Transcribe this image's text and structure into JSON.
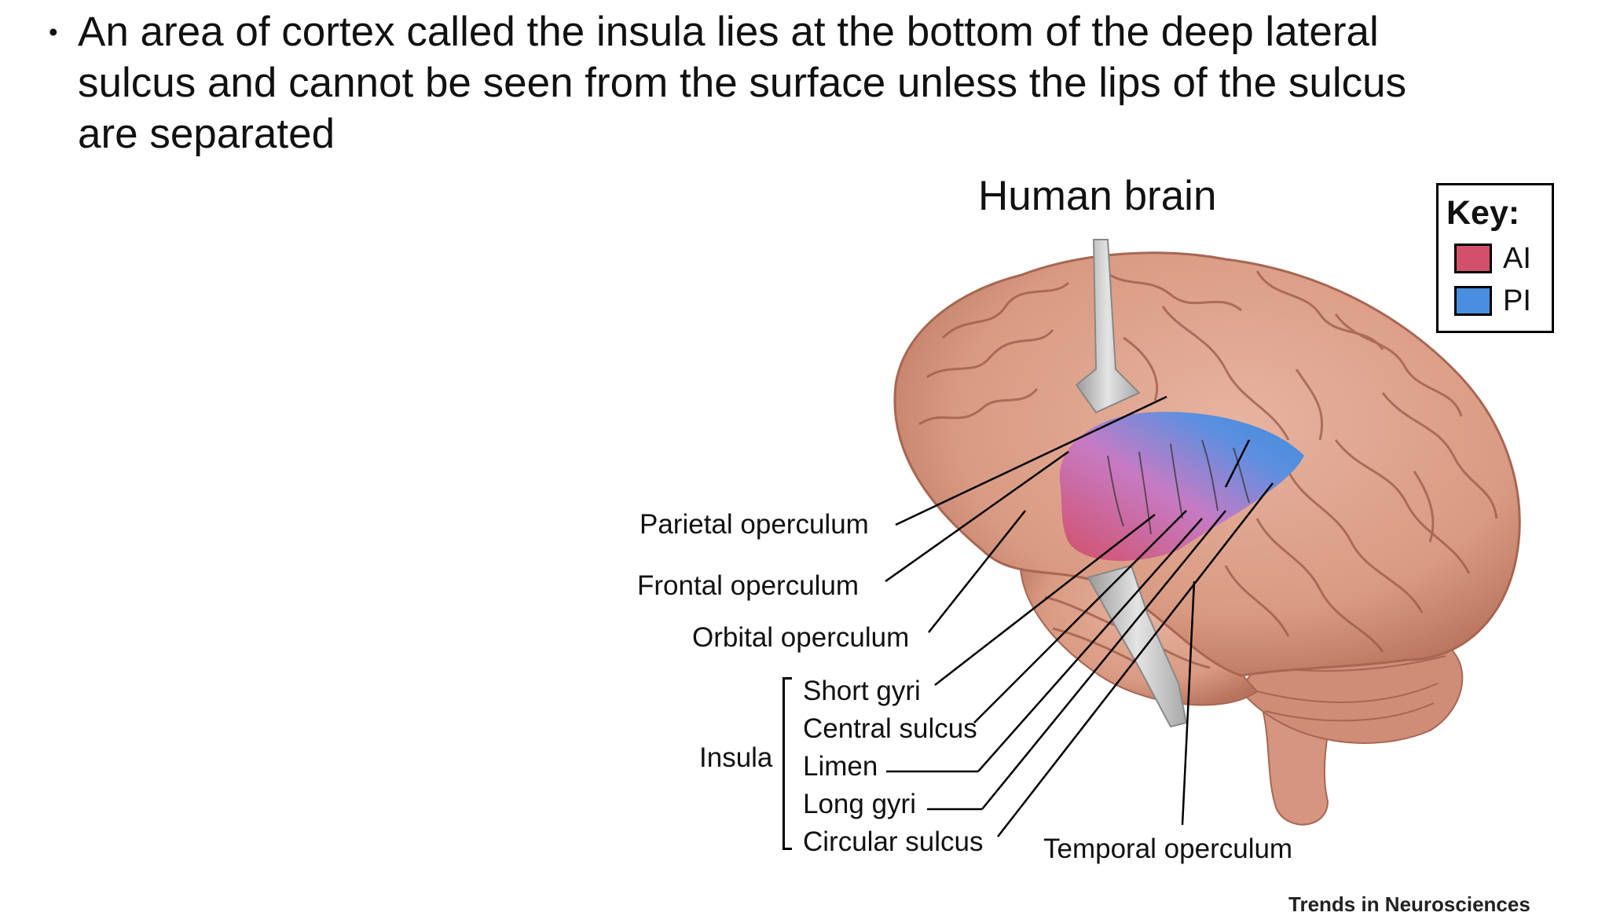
{
  "slide": {
    "bullet_symbol": "•",
    "text": "An area of cortex called the insula lies at the bottom of the deep lateral sulcus and cannot be seen from the surface unless the lips of the sulcus are separated"
  },
  "figure": {
    "title": "Human brain",
    "labels": {
      "parietal_operculum": "Parietal operculum",
      "frontal_operculum": "Frontal operculum",
      "orbital_operculum": "Orbital operculum",
      "insula": "Insula",
      "short_gyri": "Short gyri",
      "central_sulcus": "Central sulcus",
      "limen": "Limen",
      "long_gyri": "Long gyri",
      "circular_sulcus": "Circular sulcus",
      "temporal_operculum": "Temporal operculum"
    },
    "key": {
      "title": "Key:",
      "items": [
        {
          "label": "AI",
          "color": "#d2506a"
        },
        {
          "label": "PI",
          "color": "#4a8fdf"
        }
      ]
    },
    "colors": {
      "brain": "#dba08a",
      "brain_shadow": "#b8735d",
      "gyrus_line": "#9a5a47",
      "insula_ai": "#d2506a",
      "insula_pi": "#4a8fdf",
      "retractor": "#c9c9c9"
    },
    "source_credit": "Trends in Neurosciences"
  }
}
